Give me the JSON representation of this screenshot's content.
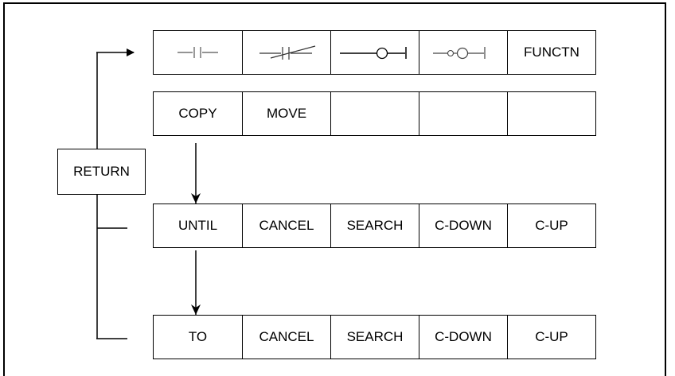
{
  "row1": {
    "key1_icon": "normally-open-contact-icon",
    "key2_icon": "normally-closed-contact-icon",
    "key3_icon": "coil-icon",
    "key4_icon": "negated-coil-icon",
    "key5_label": "FUNCTN"
  },
  "row2": {
    "labels": [
      "COPY",
      "MOVE",
      "",
      "",
      ""
    ]
  },
  "row3": {
    "labels": [
      "UNTIL",
      "CANCEL",
      "SEARCH",
      "C-DOWN",
      "C-UP"
    ]
  },
  "row4": {
    "labels": [
      "TO",
      "CANCEL",
      "SEARCH",
      "C-DOWN",
      "C-UP"
    ]
  },
  "return_label": "RETURN"
}
